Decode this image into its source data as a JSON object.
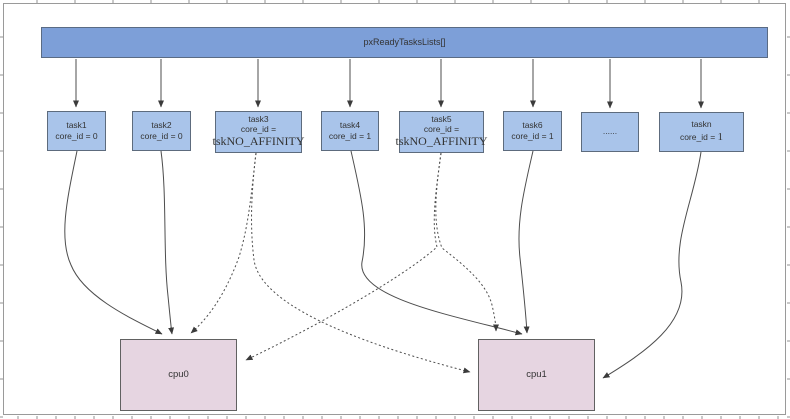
{
  "ready_list": {
    "label": "pxReadyTasksLists[]"
  },
  "tasks": [
    {
      "name": "task1",
      "core": "core_id = 0"
    },
    {
      "name": "task2",
      "core": "core_id = 0"
    },
    {
      "name": "task3",
      "core": "core_id =",
      "affinity": "tskNO_AFFINITY"
    },
    {
      "name": "task4",
      "core": "core_id = 1"
    },
    {
      "name": "task5",
      "core": "core_id =",
      "affinity": "tskNO_AFFINITY"
    },
    {
      "name": "task6",
      "core": "core_id = 1"
    },
    {
      "name": "ellipsis",
      "label": "......"
    },
    {
      "name": "taskn",
      "core_prefix": "core_id = ",
      "core_value": "1"
    }
  ],
  "cpus": [
    {
      "label": "cpu0"
    },
    {
      "label": "cpu1"
    }
  ],
  "colors": {
    "list_fill": "#7d9fd8",
    "list_border": "#5a6b84",
    "task_fill": "#a9c4ea",
    "task_border": "#5d6b7d",
    "cpu_fill": "#e6d5e1",
    "cpu_border": "#616161",
    "edge": "#4d4d4d"
  }
}
